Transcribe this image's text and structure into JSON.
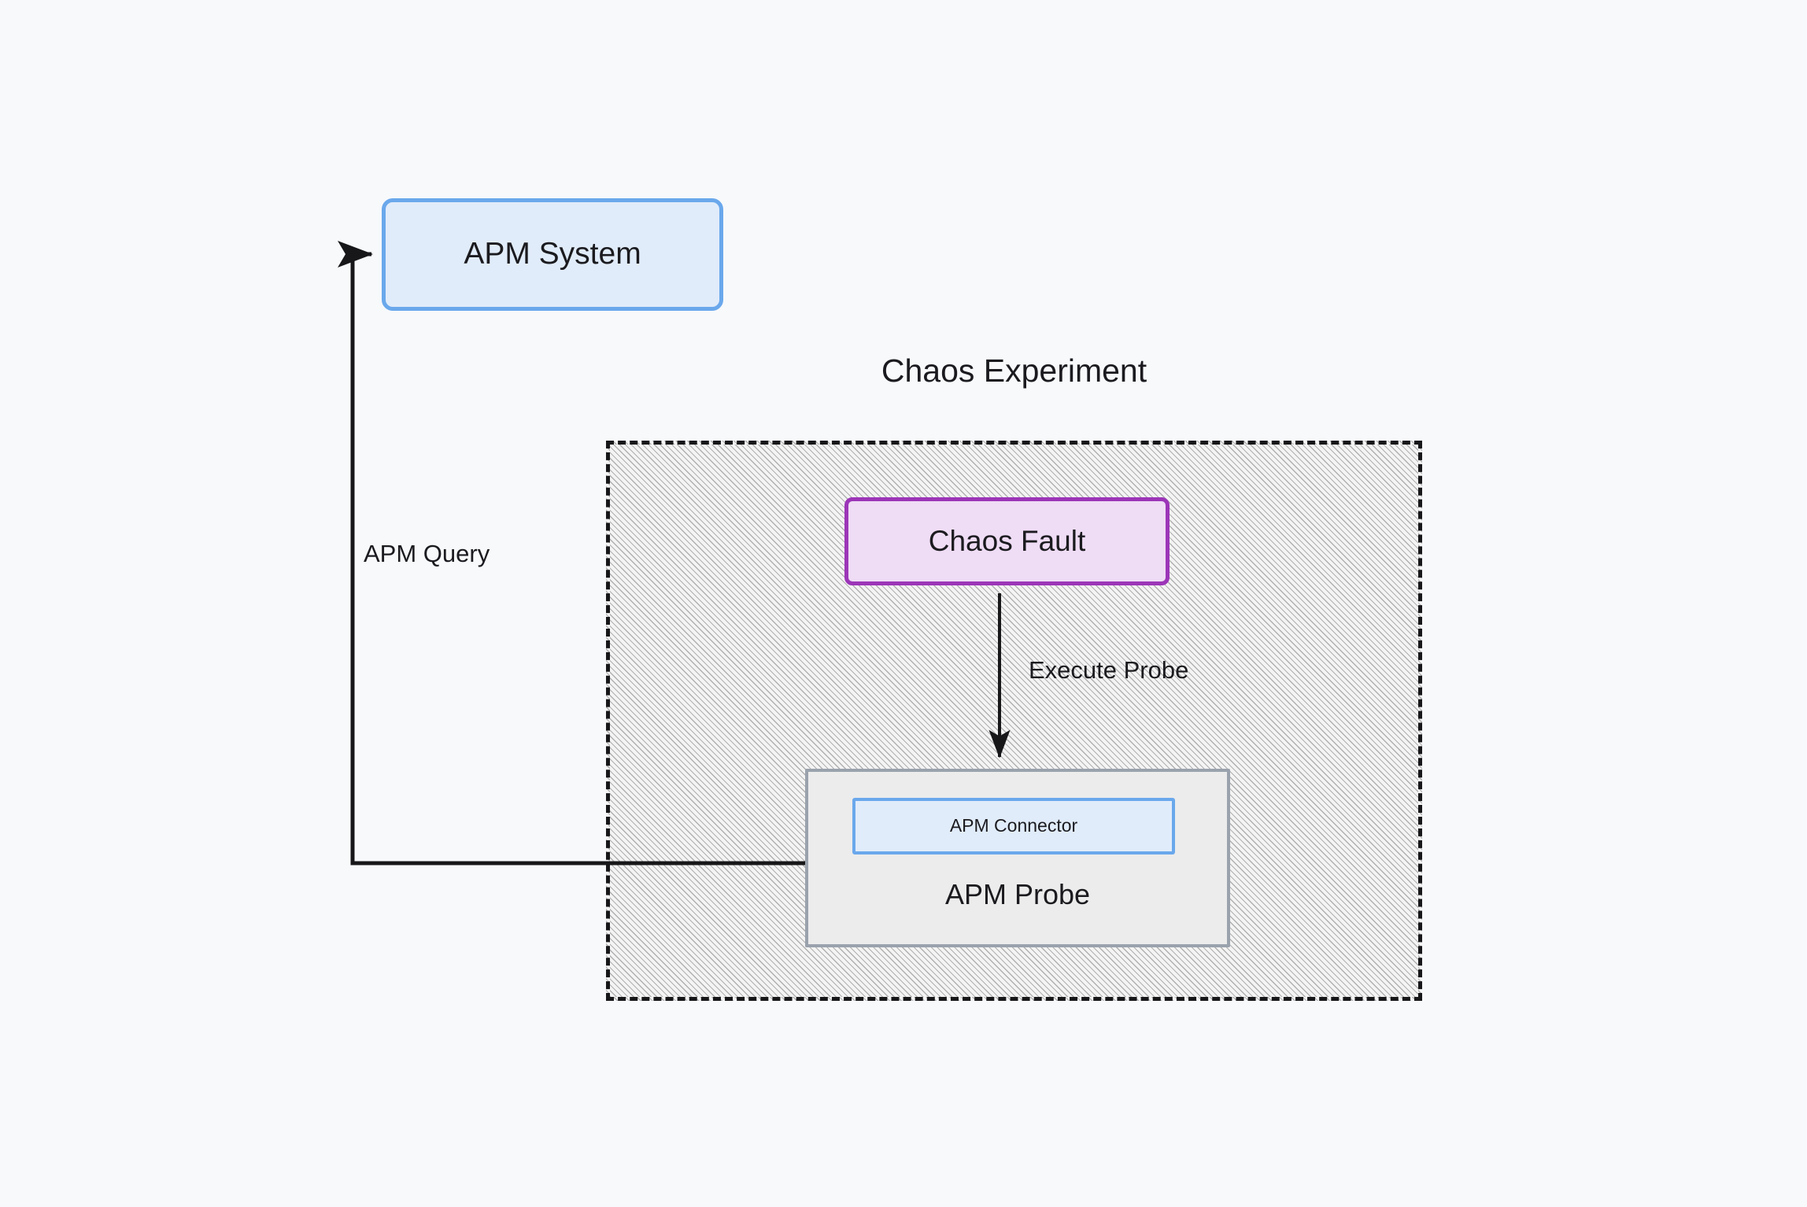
{
  "diagram": {
    "title": "Chaos Experiment",
    "background_color": "#f7f9fb",
    "nodes": {
      "apm_system": {
        "label": "APM System",
        "fill": "#e1ecfa",
        "stroke": "#6aa8ec",
        "shape": "rounded-rectangle"
      },
      "chaos_experiment": {
        "label": "Chaos Experiment",
        "fill": "#f4f4f4",
        "stroke": "#17171a",
        "border_style": "dashed",
        "pattern": "diagonal-hatch"
      },
      "chaos_fault": {
        "label": "Chaos Fault",
        "fill": "#efdcf5",
        "stroke": "#9c35b8",
        "shape": "rounded-rectangle"
      },
      "apm_probe": {
        "label": "APM Probe",
        "fill": "#ececec",
        "stroke": "#9aa2ad",
        "shape": "rectangle"
      },
      "apm_connector": {
        "label": "APM Connector",
        "fill": "#e1ecfa",
        "stroke": "#6aa8ec",
        "shape": "rectangle"
      }
    },
    "edges": [
      {
        "id": "apm-query",
        "label": "APM Query",
        "from": "apm_probe",
        "to": "apm_system",
        "style": "orthogonal",
        "arrowhead": "end",
        "color": "#17171a"
      },
      {
        "id": "execute-probe",
        "label": "Execute Probe",
        "from": "chaos_fault",
        "to": "apm_probe",
        "style": "straight",
        "arrowhead": "end",
        "color": "#17171a"
      }
    ]
  }
}
